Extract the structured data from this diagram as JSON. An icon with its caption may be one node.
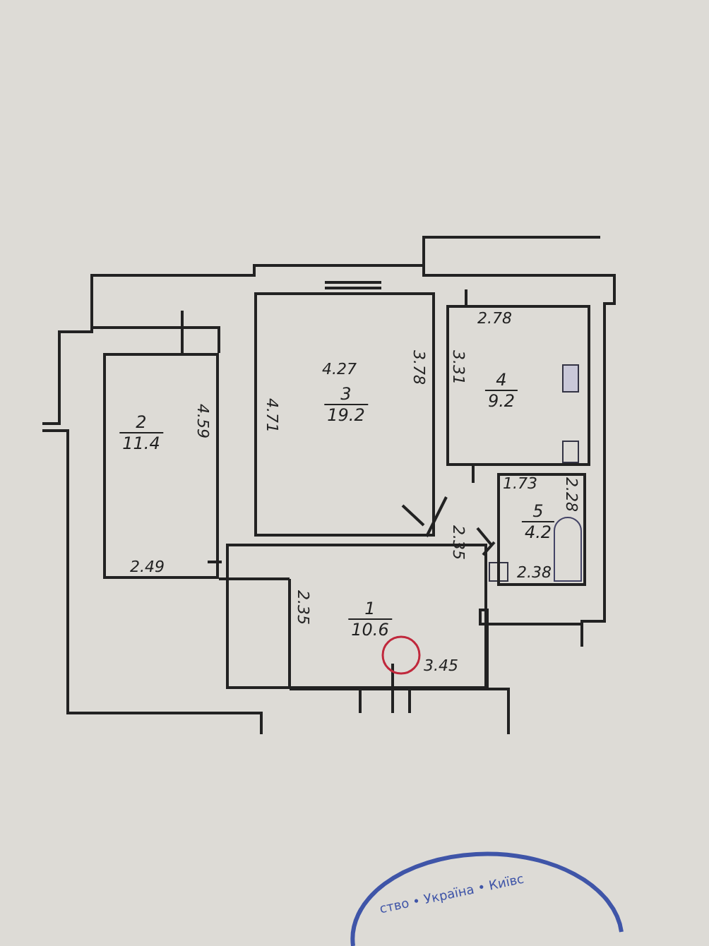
{
  "diagram": {
    "nodes": [
      {
        "text": [
          "3",
          "19.2"
        ]
      },
      {
        "text": [
          "4",
          "9.2"
        ]
      },
      {
        "text": [
          "2",
          "11.4"
        ]
      },
      {
        "text": [
          "5",
          "4.2"
        ]
      },
      {
        "text": [
          "1",
          "10.6"
        ]
      }
    ],
    "labels": [
      "2.78",
      "4.27",
      "3.31",
      "3.78",
      "4.71",
      "4.59",
      "1.73",
      "2.28",
      "2.35",
      "2.49",
      "2.38",
      "2.35",
      "3.45",
      "ство • Україна • Київс"
    ]
  }
}
